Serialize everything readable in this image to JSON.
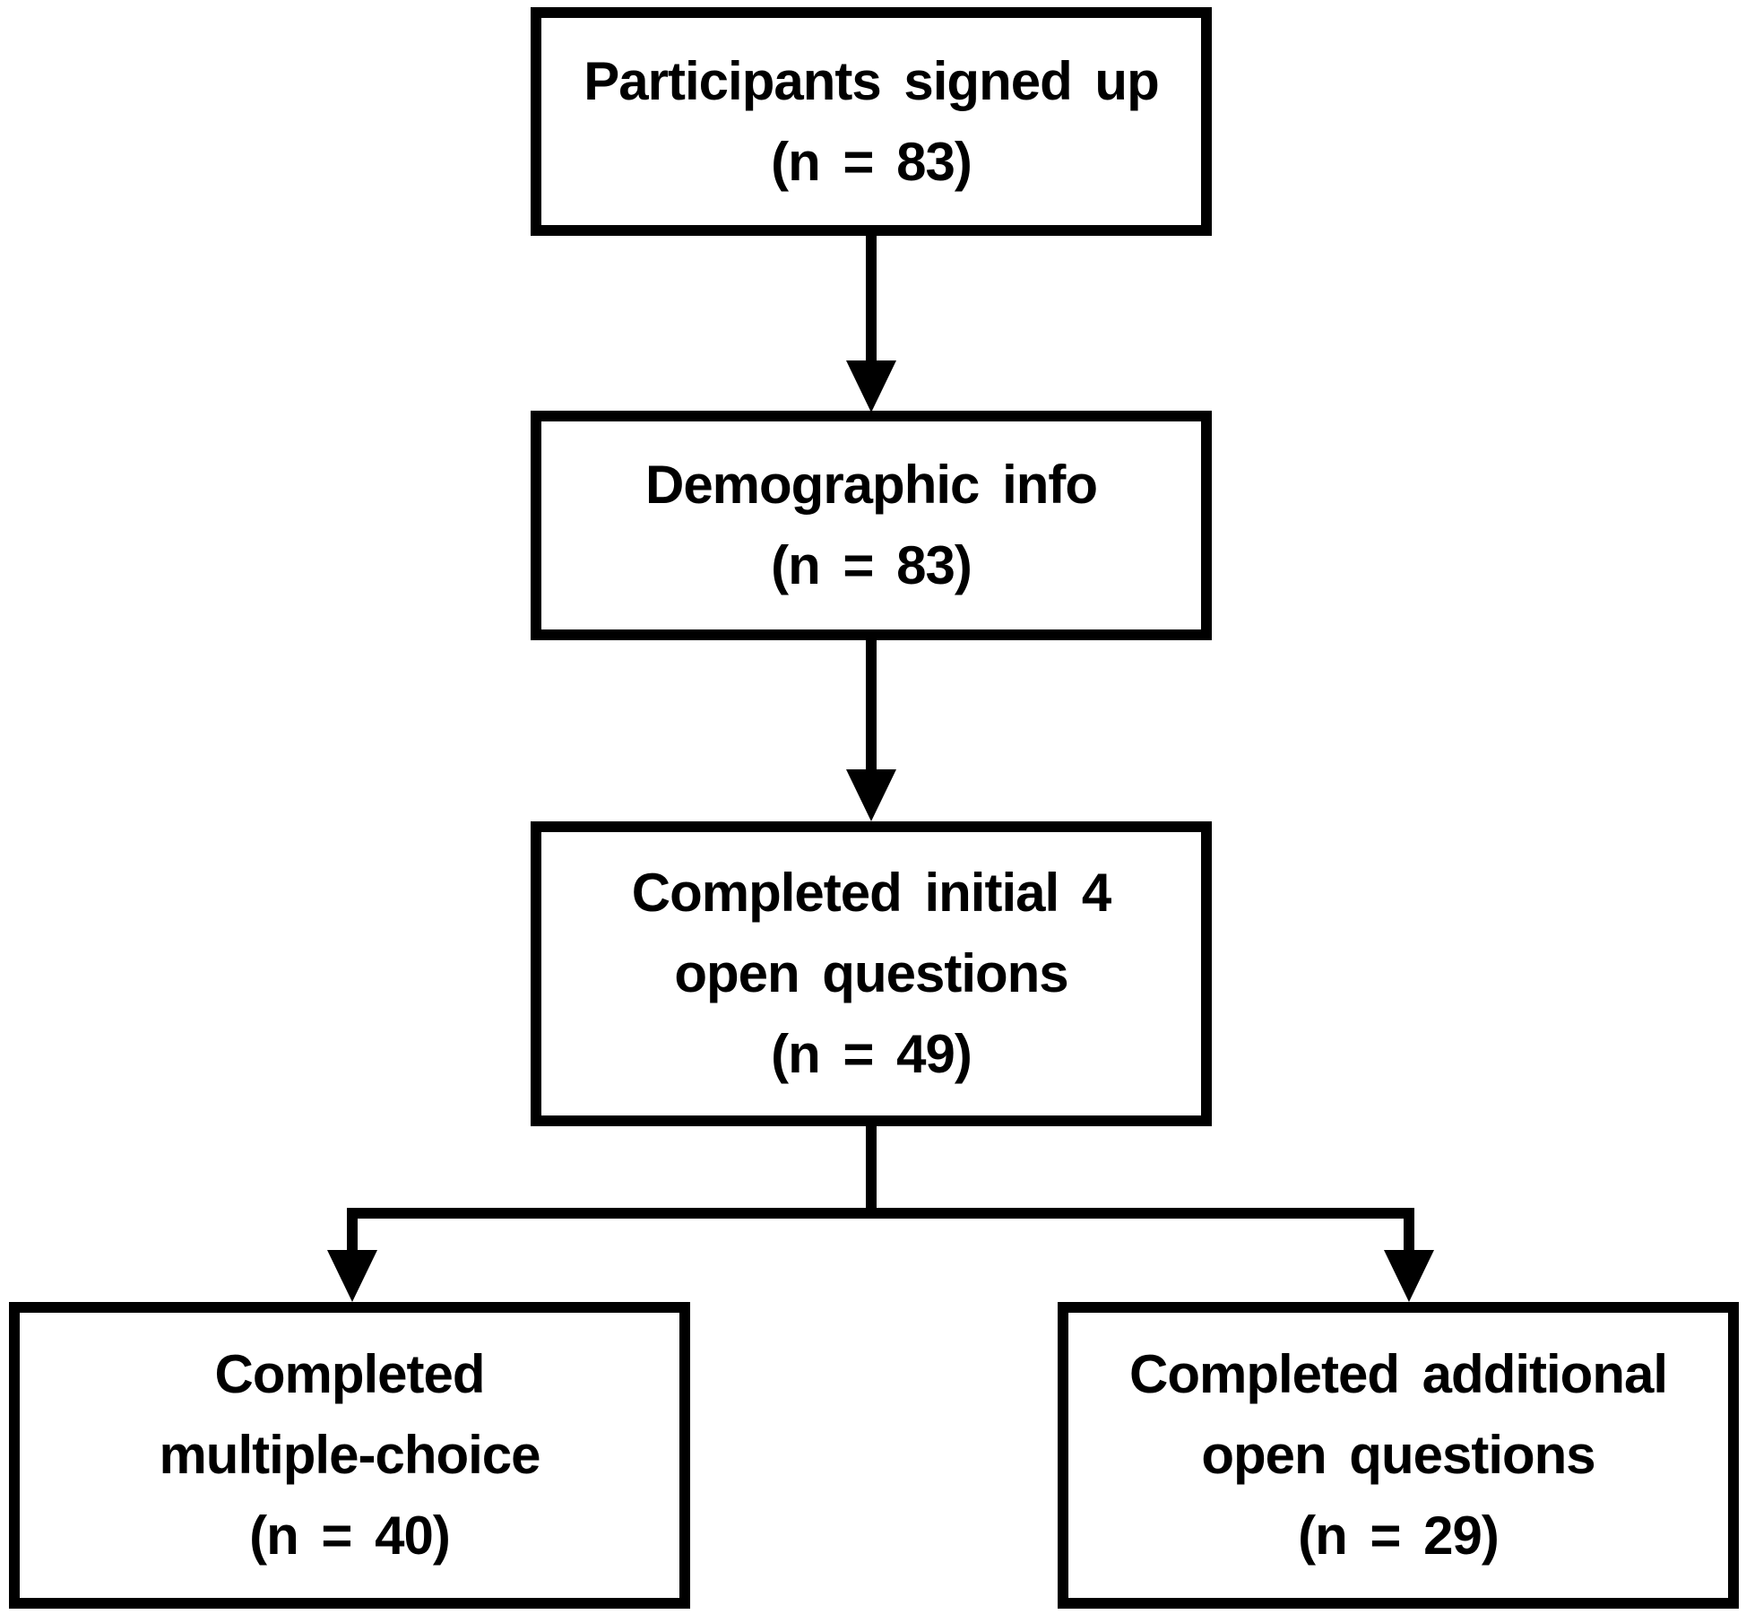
{
  "figure": {
    "type": "flowchart",
    "background_color": "#ffffff",
    "line_color": "#000000",
    "text_color": "#000000"
  },
  "nodes": [
    {
      "id": "signed-up",
      "lines": [
        "Participants signed up",
        "(n = 83)"
      ]
    },
    {
      "id": "demographic-info",
      "lines": [
        "Demographic info",
        "(n = 83)"
      ]
    },
    {
      "id": "initial-open-questions",
      "lines": [
        "Completed initial 4",
        "open questions",
        "(n = 49)"
      ]
    },
    {
      "id": "multiple-choice",
      "lines": [
        "Completed",
        "multiple-choice",
        "(n = 40)"
      ]
    },
    {
      "id": "additional-open-questions",
      "lines": [
        "Completed additional",
        "open questions",
        "(n = 29)"
      ]
    }
  ],
  "edges": [
    {
      "from": "signed-up",
      "to": "demographic-info"
    },
    {
      "from": "demographic-info",
      "to": "initial-open-questions"
    },
    {
      "from": "initial-open-questions",
      "to": "multiple-choice"
    },
    {
      "from": "initial-open-questions",
      "to": "additional-open-questions"
    }
  ]
}
